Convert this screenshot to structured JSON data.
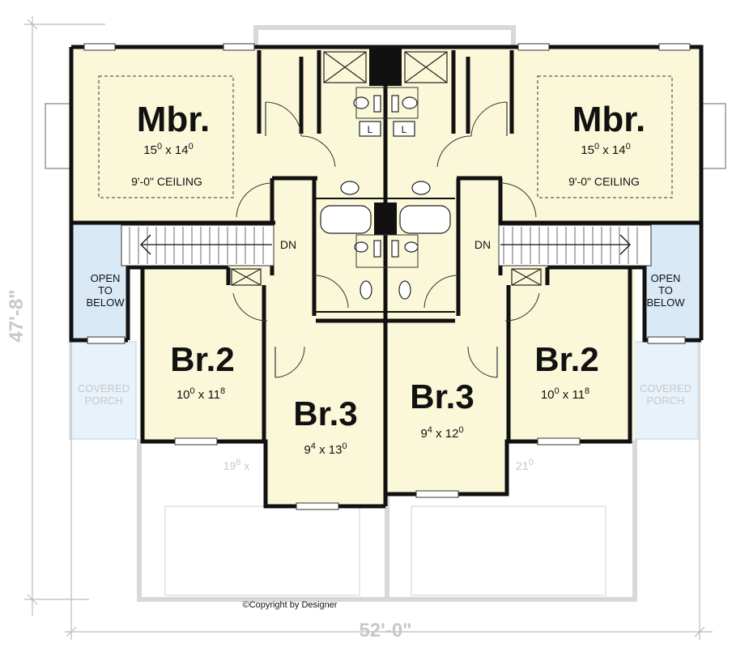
{
  "plan": {
    "overall_width": "52'-0\"",
    "overall_depth": "47'-8\"",
    "copyright": "©Copyright by Designer",
    "rooms": {
      "mbr_left": {
        "name": "Mbr.",
        "w_ft": "15",
        "w_in": "0",
        "d_ft": "14",
        "d_in": "0",
        "ceiling": "9'-0\" CEILING"
      },
      "mbr_right": {
        "name": "Mbr.",
        "w_ft": "15",
        "w_in": "0",
        "d_ft": "14",
        "d_in": "0",
        "ceiling": "9'-0\" CEILING"
      },
      "br2_left": {
        "name": "Br.2",
        "w_ft": "10",
        "w_in": "0",
        "d_ft": "11",
        "d_in": "8"
      },
      "br2_right": {
        "name": "Br.2",
        "w_ft": "10",
        "w_in": "0",
        "d_ft": "11",
        "d_in": "8"
      },
      "br3_left": {
        "name": "Br.3",
        "w_ft": "9",
        "w_in": "4",
        "d_ft": "13",
        "d_in": "0"
      },
      "br3_right": {
        "name": "Br.3",
        "w_ft": "9",
        "w_in": "4",
        "d_ft": "12",
        "d_in": "0"
      }
    },
    "open_to_below": [
      "OPEN",
      "TO",
      "BELOW"
    ],
    "covered_porch": [
      "COVERED",
      "PORCH"
    ],
    "stair_label": "DN",
    "laundry_label": "L",
    "garage_dims": {
      "left": {
        "ft": "19",
        "in": "8",
        "sep": "x"
      },
      "right": {
        "ft": "21",
        "in": "0"
      }
    }
  }
}
